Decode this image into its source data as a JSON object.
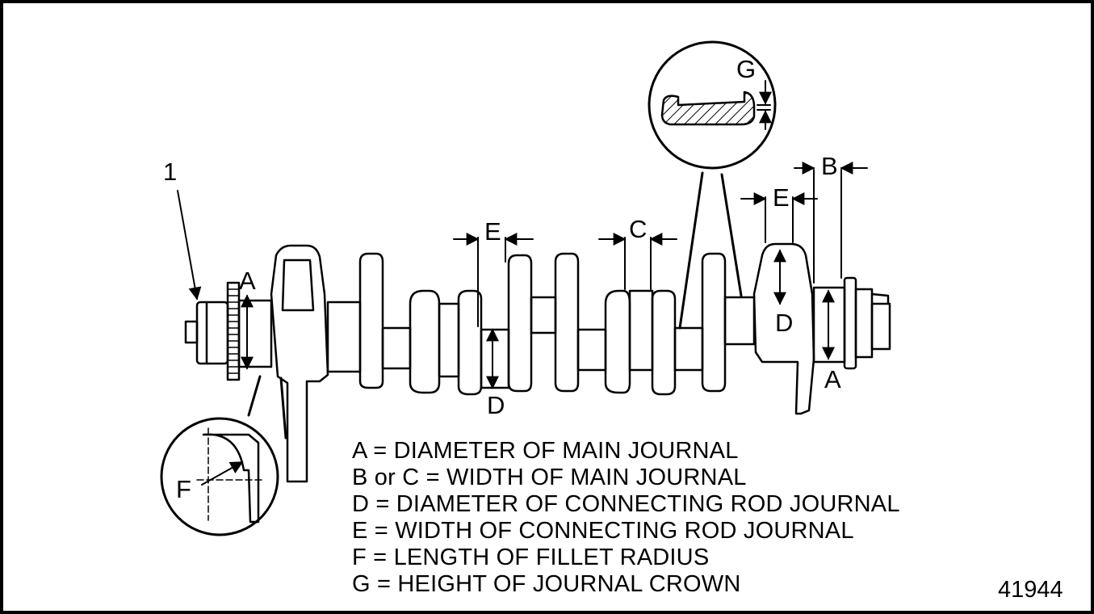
{
  "figure": {
    "number": "41944",
    "callouts": {
      "item_1": "1",
      "a_left": "A",
      "a_right": "A",
      "b": "B",
      "c": "C",
      "d_center": "D",
      "d_right": "D",
      "e_center": "E",
      "e_right": "E",
      "f": "F",
      "g": "G"
    },
    "legend": [
      "A = DIAMETER OF MAIN JOURNAL",
      "B or C = WIDTH OF MAIN JOURNAL",
      "D = DIAMETER OF CONNECTING ROD JOURNAL",
      "E = WIDTH OF CONNECTING ROD JOURNAL",
      "F = LENGTH OF FILLET RADIUS",
      "G = HEIGHT OF JOURNAL CROWN"
    ],
    "colors": {
      "ink": "#000000",
      "paper": "#ffffff"
    }
  }
}
